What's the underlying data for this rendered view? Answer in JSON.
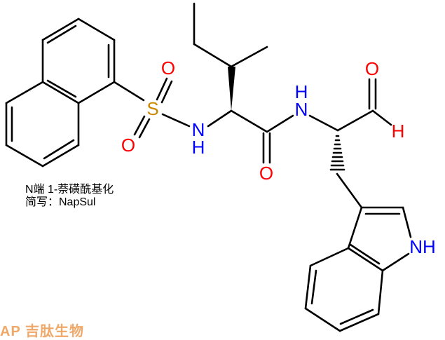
{
  "diagram": {
    "type": "chemical-structure",
    "compound": "NapSul-Ile-Trp-aldehyde",
    "atom_labels": {
      "sulfur": "S",
      "sulfonyl_o1": "O",
      "sulfonyl_o2": "O",
      "sulfonamide_n": "N",
      "sulfonamide_h": "H",
      "amide_n": "N",
      "amide_h": "H",
      "amide_o": "O",
      "aldehyde_o": "O",
      "aldehyde_h": "H",
      "indole_nh": "NH"
    },
    "colors": {
      "bond": "#000000",
      "oxygen": "#ff0000",
      "nitrogen": "#0000ff",
      "sulfur": "#cc8800",
      "watermark": "#f0a868"
    }
  },
  "caption": {
    "line1": "N端 1-萘磺酰基化",
    "line2": "简写：NapSul"
  },
  "watermark": {
    "text": "AP 吉肽生物"
  }
}
